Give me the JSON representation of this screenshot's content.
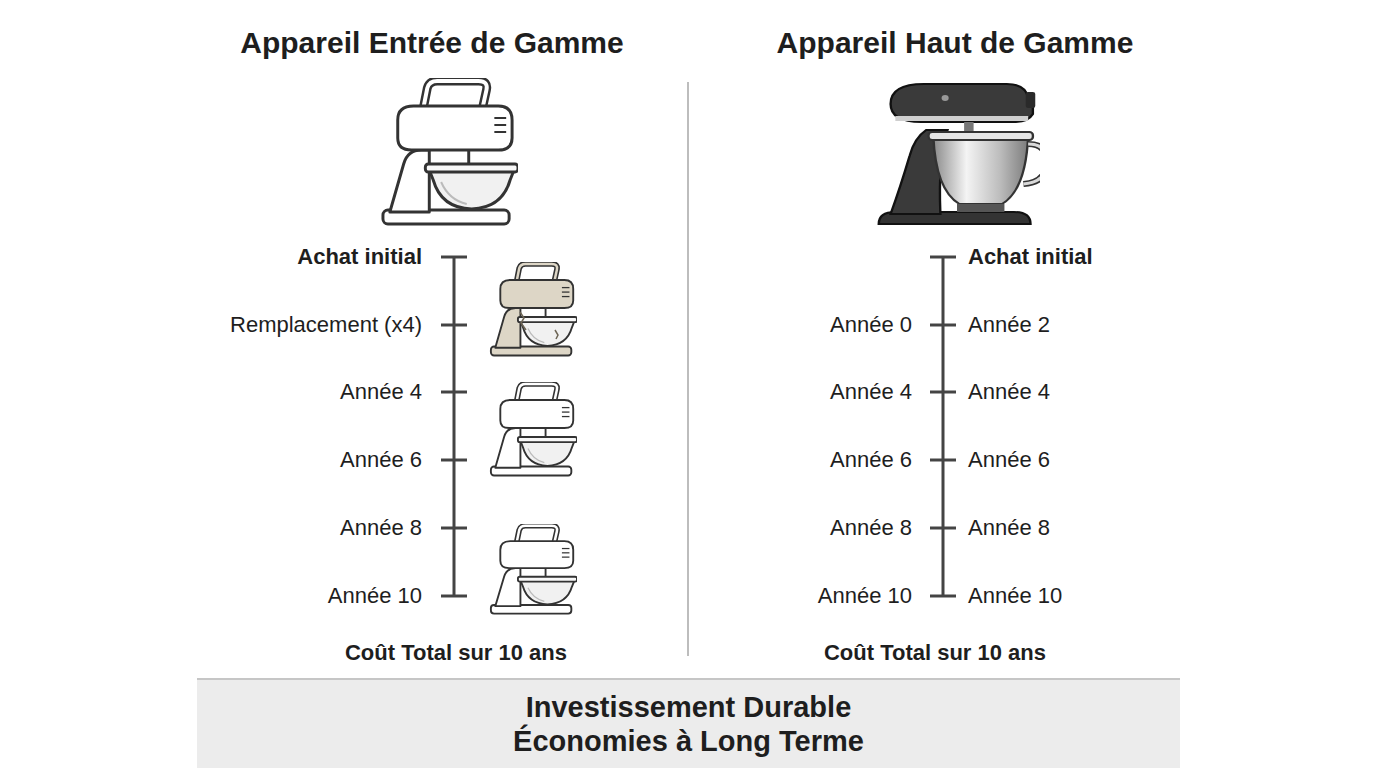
{
  "diagram": {
    "nodes": [
      {
        "text": [
          "Investissement Durable",
          "Économies à Long Terme"
        ]
      }
    ],
    "labels": [
      "Appareil Entrée de Gamme",
      "Appareil Haut de Gamme",
      "Achat initial",
      "Remplacement (x4)",
      "Année 4",
      "Année 6",
      "Année 8",
      "Année 10",
      "Coût Total sur 10 ans",
      "Achat initial",
      "Année 0",
      "Année 2",
      "Année 4",
      "Année 4",
      "Année 6",
      "Année 6",
      "Année 8",
      "Année 8",
      "Année 10",
      "Année 10",
      "Coût Total sur 10 ans"
    ]
  }
}
